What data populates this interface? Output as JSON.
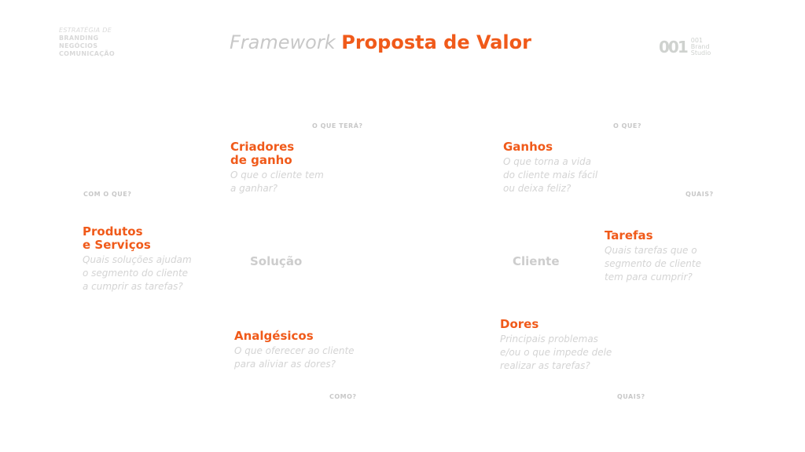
{
  "brand": {
    "line1": "ESTRATÉGIA DE",
    "line2": "BRANDING",
    "line3": "NEGÓCIOS",
    "line4": "COMUNICAÇÃO"
  },
  "title": {
    "light": "Framework",
    "bold": "Proposta de Valor"
  },
  "logo": {
    "mark": "001",
    "line1": "001",
    "line2": "Brand",
    "line3": "Studio"
  },
  "labels": {
    "o_que_tera": "O QUE TERÁ?",
    "o_que": "O QUE?",
    "com_o_que": "COM O QUE?",
    "quais1": "QUAIS?",
    "como": "COMO?",
    "quais2": "QUAIS?"
  },
  "blocks": {
    "criadores": {
      "title1": "Criadores",
      "title2": "de ganho",
      "q1": "O que o cliente tem",
      "q2": "a ganhar?"
    },
    "ganhos": {
      "title1": "Ganhos",
      "q1": "O que torna a vida",
      "q2": "do cliente mais fácil",
      "q3": "ou deixa feliz?"
    },
    "produtos": {
      "title1": "Produtos",
      "title2": "e Serviços",
      "q1": "Quais soluções ajudam",
      "q2": "o segmento do cliente",
      "q3": "a cumprir as tarefas?"
    },
    "tarefas": {
      "title1": "Tarefas",
      "q1": "Quais tarefas que o",
      "q2": "segmento de cliente",
      "q3": "tem para cumprir?"
    },
    "analgesicos": {
      "title1": "Analgésicos",
      "q1": "O que oferecer ao cliente",
      "q2": "para aliviar as dores?"
    },
    "dores": {
      "title1": "Dores",
      "q1": "Principais problemas",
      "q2": "e/ou o que impede dele",
      "q3": "realizar as tarefas?"
    }
  },
  "centers": {
    "solucao": "Solução",
    "cliente": "Cliente"
  }
}
